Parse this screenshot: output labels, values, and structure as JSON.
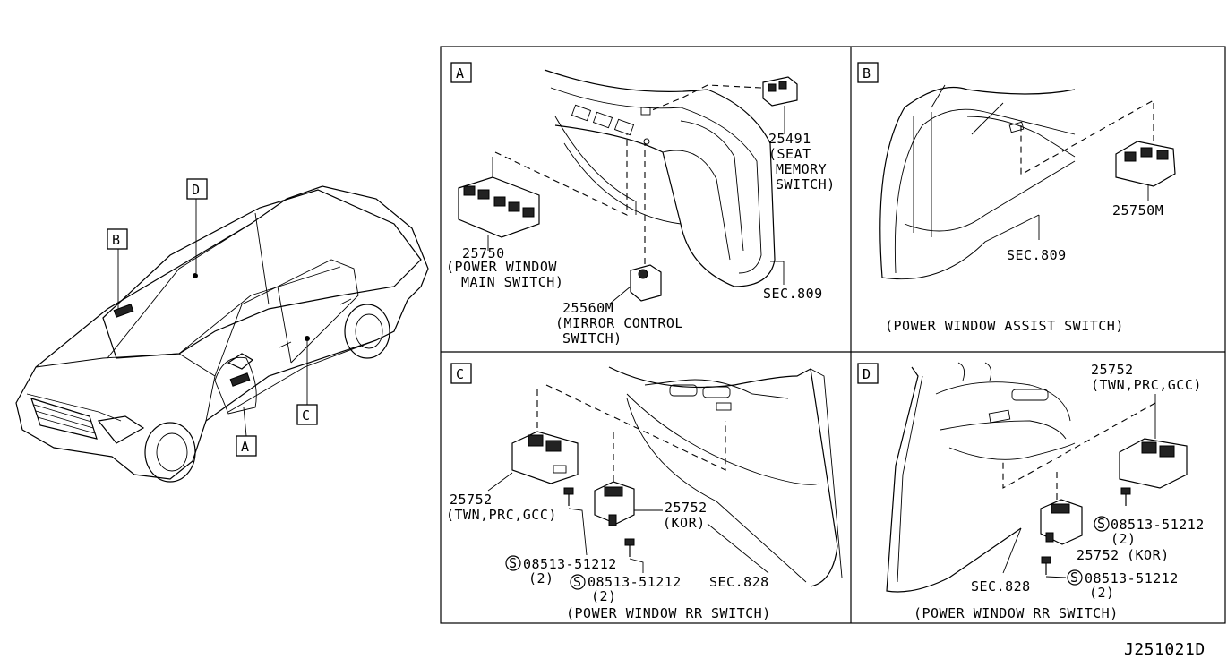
{
  "diagram_id": "J251021D",
  "car_callouts": [
    "A",
    "B",
    "C",
    "D"
  ],
  "panels": {
    "A": {
      "letter": "A",
      "parts": [
        {
          "number": "25491",
          "desc": [
            "(SEAT",
            "MEMORY",
            "SWITCH)"
          ]
        },
        {
          "number": "25750",
          "desc": [
            "(POWER WINDOW",
            "MAIN SWITCH)"
          ]
        },
        {
          "number": "25560M",
          "desc": [
            "(MIRROR CONTROL",
            "SWITCH)"
          ]
        }
      ],
      "section_ref": "SEC.809"
    },
    "B": {
      "letter": "B",
      "parts": [
        {
          "number": "25750M"
        }
      ],
      "section_ref": "SEC.809",
      "caption": "(POWER WINDOW ASSIST SWITCH)"
    },
    "C": {
      "letter": "C",
      "parts": [
        {
          "number": "25752",
          "desc": "(TWN,PRC,GCC)"
        },
        {
          "number": "25752",
          "desc": "(KOR)"
        },
        {
          "number": "08513-51212",
          "qty": "(2)"
        },
        {
          "number": "08513-51212",
          "qty": "(2)"
        }
      ],
      "section_ref": "SEC.828",
      "caption": "(POWER WINDOW RR SWITCH)"
    },
    "D": {
      "letter": "D",
      "parts": [
        {
          "number": "25752",
          "desc": "(TWN,PRC,GCC)"
        },
        {
          "number": "08513-51212",
          "qty": "(2)"
        },
        {
          "number": "25752",
          "desc": "(KOR)"
        },
        {
          "number": "08513-51212",
          "qty": "(2)"
        }
      ],
      "section_ref": "SEC.828",
      "caption": "(POWER WINDOW RR SWITCH)"
    }
  },
  "screw_symbol": "S"
}
